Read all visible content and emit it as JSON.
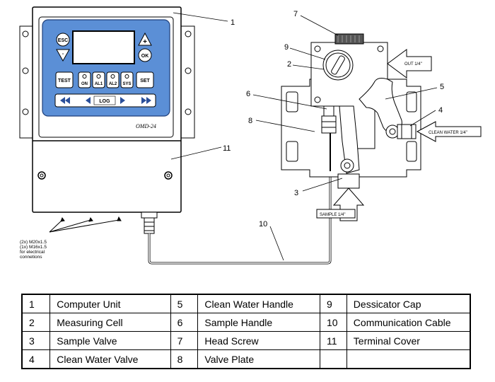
{
  "callouts": {
    "c1": "1",
    "c2": "2",
    "c3": "3",
    "c4": "4",
    "c5": "5",
    "c6": "6",
    "c7": "7",
    "c8": "8",
    "c9": "9",
    "c10": "10",
    "c11": "11"
  },
  "controller": {
    "esc": "ESC",
    "plus": "+",
    "minus": "-",
    "ok": "OK",
    "test": "TEST",
    "on": "ON",
    "al1": "AL1",
    "al2": "AL2",
    "sys": "SYS",
    "set": "SET",
    "log": "LOG",
    "model": "OMD-24"
  },
  "notes": {
    "line1": "(2x) M20x1.5",
    "line2": "(1x) M16x1.5",
    "line3": "for electrical",
    "line4": "connetions"
  },
  "ports": {
    "out": "OUT 1/4\"",
    "clean_water": "CLEAN WATER 1/4\"",
    "sample": "SAMPLE 1/4\""
  },
  "legend": [
    {
      "num": "1",
      "name": "Computer Unit",
      "num2": "5",
      "name2": "Clean Water Handle",
      "num3": "9",
      "name3": "Dessicator Cap"
    },
    {
      "num": "2",
      "name": "Measuring Cell",
      "num2": "6",
      "name2": "Sample Handle",
      "num3": "10",
      "name3": "Communication Cable"
    },
    {
      "num": "3",
      "name": "Sample Valve",
      "num2": "7",
      "name2": "Head Screw",
      "num3": "11",
      "name3": "Terminal Cover"
    },
    {
      "num": "4",
      "name": "Clean Water Valve",
      "num2": "8",
      "name2": "Valve Plate",
      "num3": "",
      "name3": ""
    }
  ]
}
